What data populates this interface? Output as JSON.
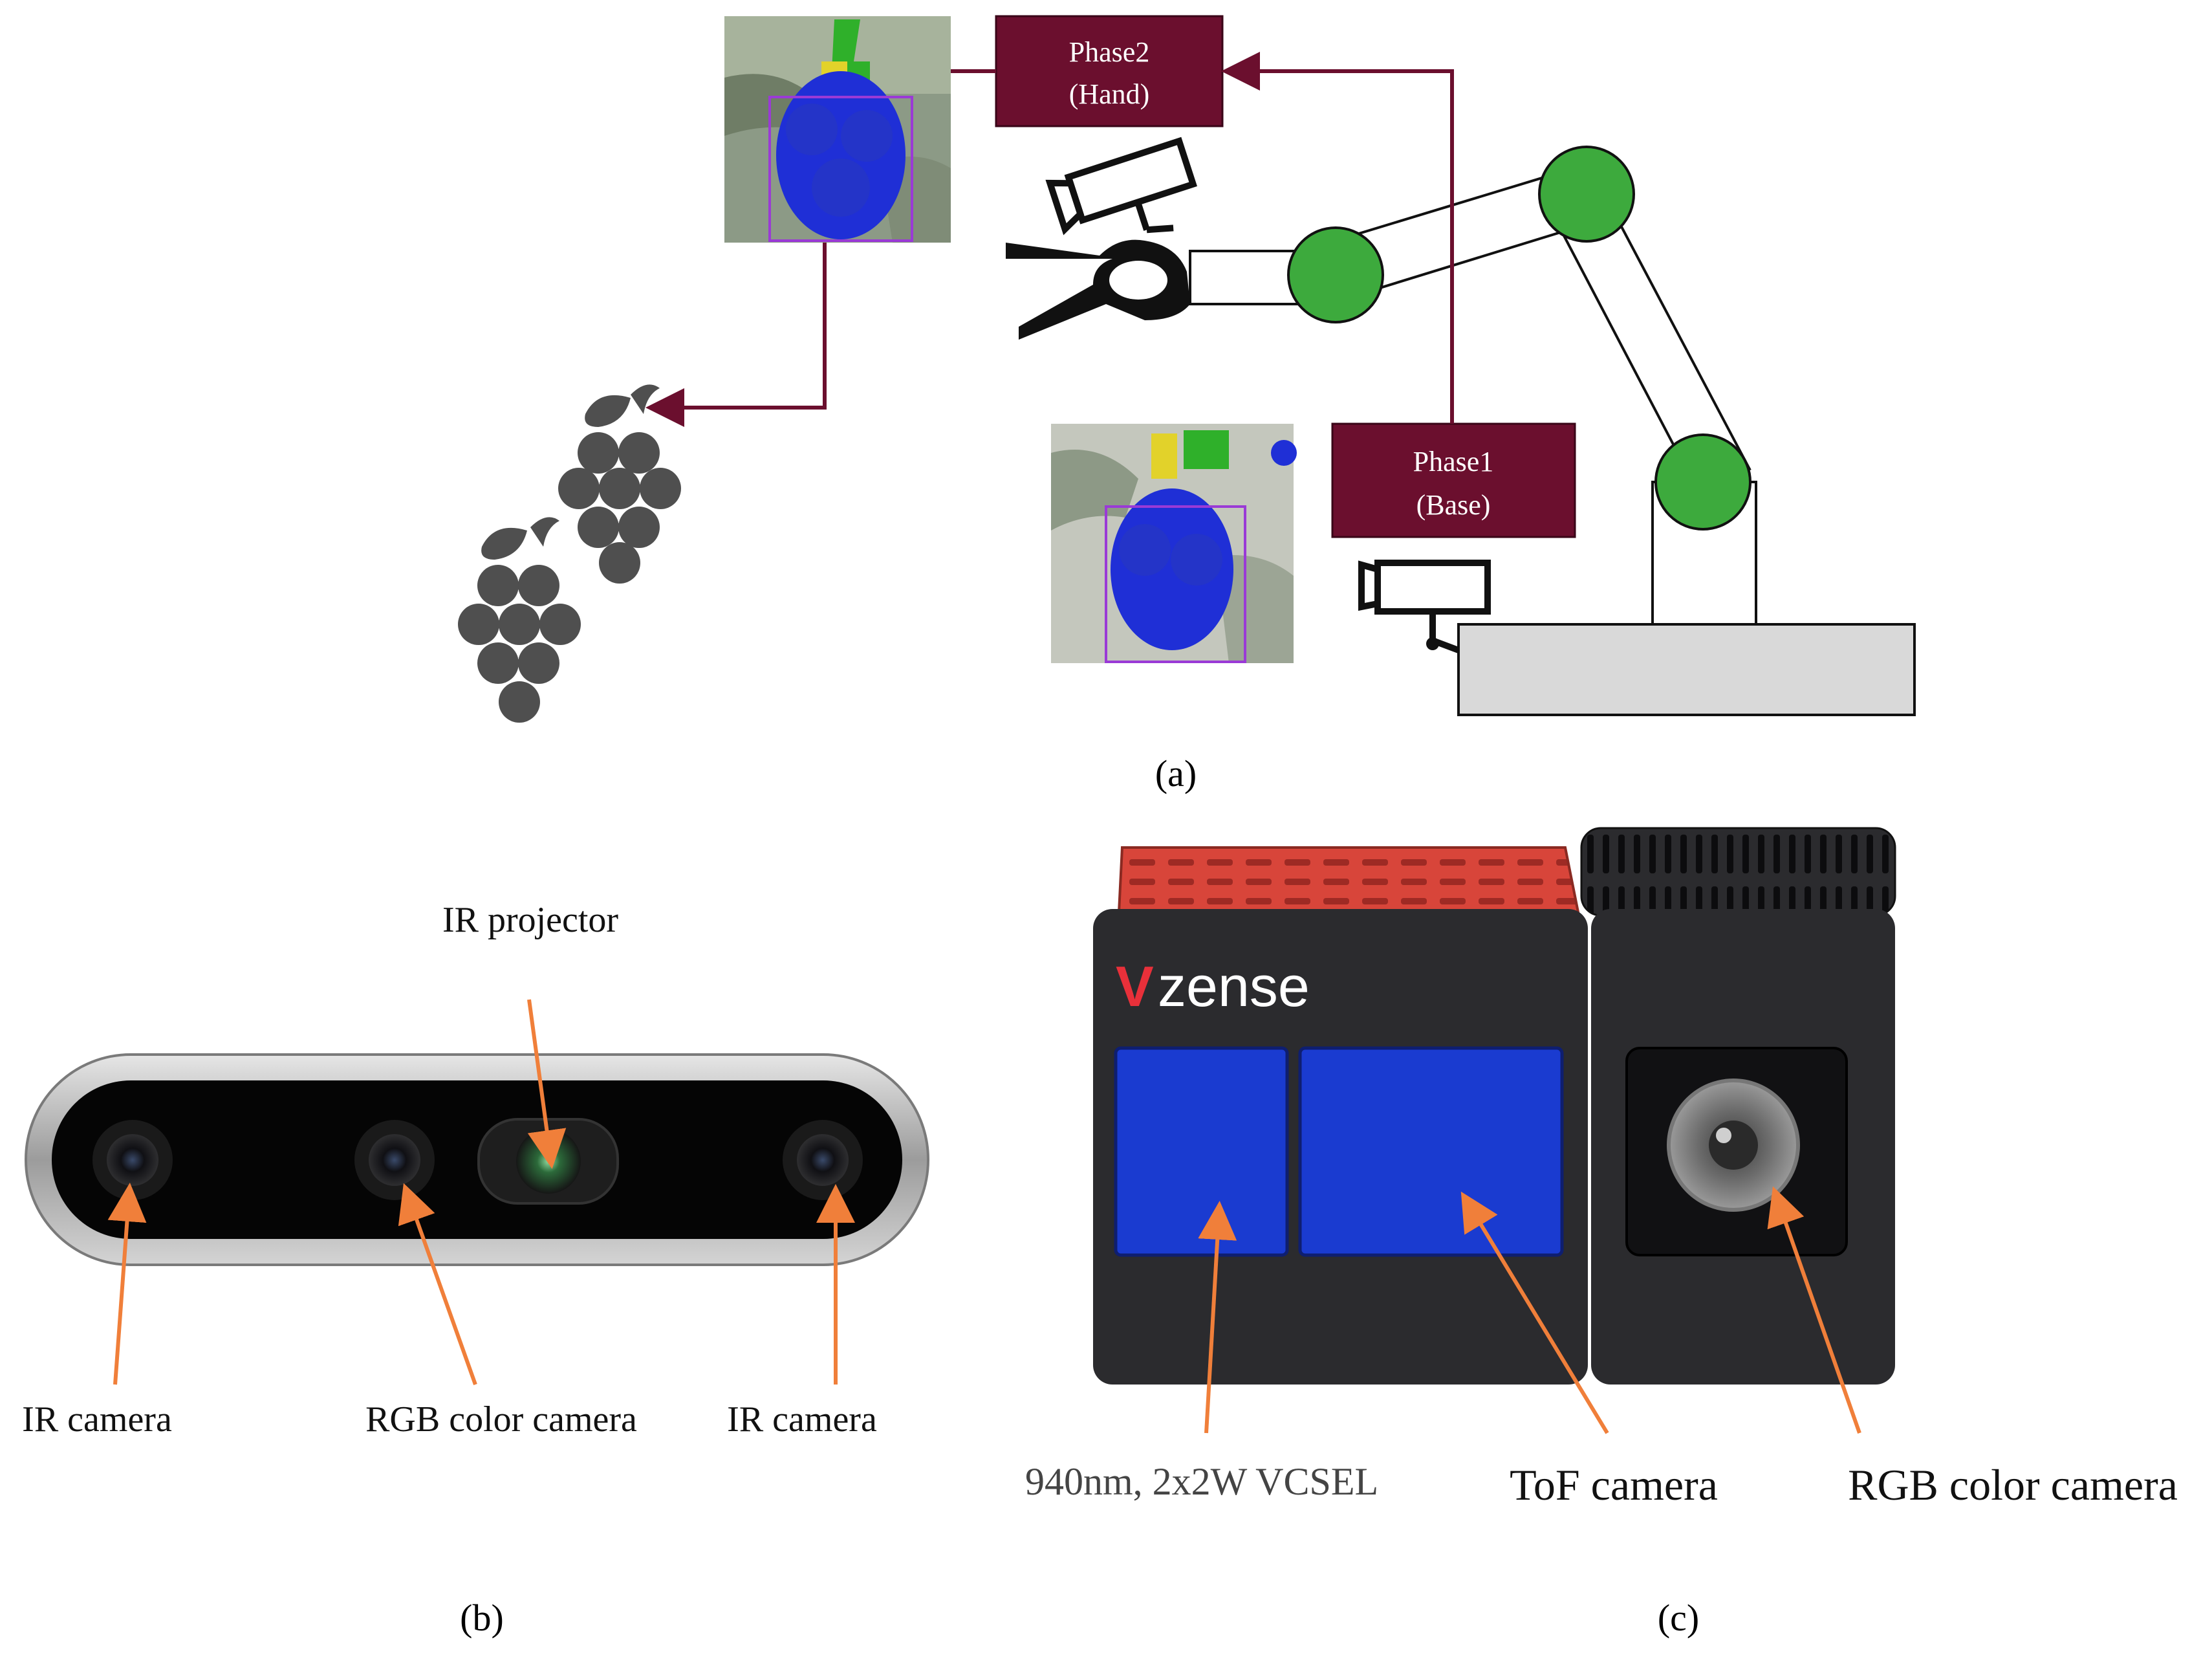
{
  "panel_a": {
    "phase2": {
      "line1": "Phase2",
      "line2": "(Hand)"
    },
    "phase1": {
      "line1": "Phase1",
      "line2": "(Base)"
    },
    "caption": "(a)",
    "colors": {
      "phase_box": "#6b0f2e",
      "joint": "#3daa3d",
      "grape": "#4f4f4f",
      "grape_mask": "#1f2fd6",
      "base": "#d9d9d9"
    }
  },
  "panel_b": {
    "labels": {
      "ir_projector": "IR projector",
      "ir_camera_left": "IR camera",
      "rgb_camera": "RGB color camera",
      "ir_camera_right": "IR camera"
    },
    "caption": "(b)",
    "colors": {
      "arrow": "#f07f3a",
      "body_frame": "#b8b8b8",
      "face": "#050505"
    }
  },
  "panel_c": {
    "brand_v": "V",
    "brand_rest": "zense",
    "labels": {
      "vcsel": "940nm,  2x2W VCSEL",
      "tof_camera": "ToF camera",
      "rgb_camera": "RGB color camera"
    },
    "caption": "(c)",
    "colors": {
      "top": "#d8453a",
      "body": "#2b2b2e",
      "sensor": "#1a3bd0",
      "arrow": "#f07f3a"
    }
  }
}
